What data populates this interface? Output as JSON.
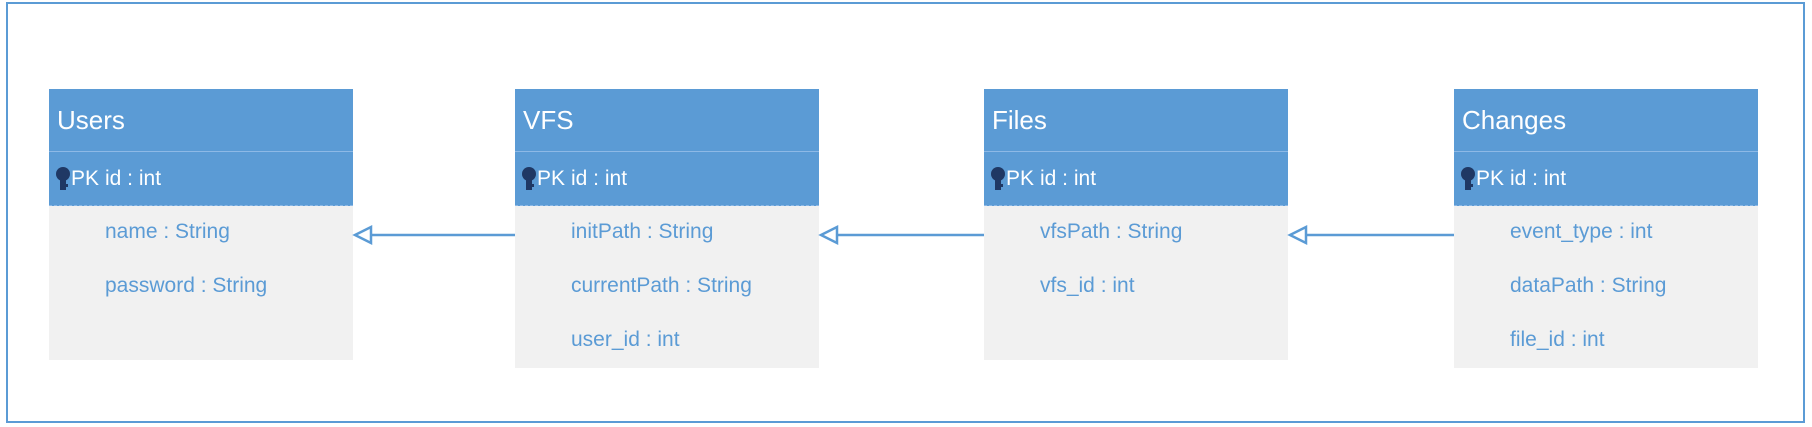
{
  "diagram": {
    "pk_label": "PK",
    "colors": {
      "header": "#5b9bd5",
      "body": "#f1f1f1",
      "border": "#5b9bd5",
      "key": "#1f3864"
    },
    "entities": [
      {
        "name": "Users",
        "pk": "id : int",
        "attributes": [
          "name : String",
          "password : String"
        ]
      },
      {
        "name": "VFS",
        "pk": "id : int",
        "attributes": [
          "initPath : String",
          "currentPath : String",
          "user_id : int"
        ]
      },
      {
        "name": "Files",
        "pk": "id : int",
        "attributes": [
          "vfsPath : String",
          "vfs_id : int"
        ]
      },
      {
        "name": "Changes",
        "pk": "id : int",
        "attributes": [
          "event_type : int",
          "dataPath : String",
          "file_id : int"
        ]
      }
    ],
    "relationships": [
      {
        "from": "VFS",
        "to": "Users"
      },
      {
        "from": "Files",
        "to": "VFS"
      },
      {
        "from": "Changes",
        "to": "Files"
      }
    ]
  }
}
